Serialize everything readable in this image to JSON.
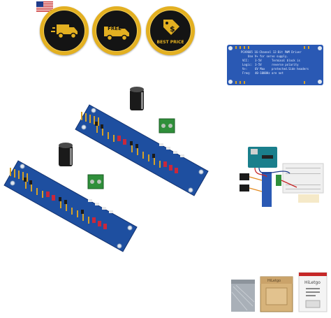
{
  "badges": {
    "free_shipping": {
      "label": "FREE"
    },
    "best_price": {
      "label": "BEST PRICE"
    }
  },
  "silkscreen": {
    "title": "PCA9685 16-Channel 12-Bit PWM Driver",
    "note": "Use V+ for servo supply.",
    "rows": [
      {
        "key": "VCC:",
        "value": "3-5V",
        "extra": "Terminal block is"
      },
      {
        "key": "Logic:",
        "value": "3-5V",
        "extra": "reverse polarity"
      },
      {
        "key": "V+:",
        "value": "6V Max",
        "extra": "protected.Side headers"
      },
      {
        "key": "Freq:",
        "value": "40-1000Hz",
        "extra": "are not"
      }
    ]
  },
  "packaging": {
    "brand": "HiLetgo"
  },
  "colors": {
    "pcb_blue": "#1e4fa0",
    "terminal_green": "#2f8f3a",
    "badge_gold": "#e3b021",
    "badge_dark": "#141414"
  },
  "icons": [
    "us-flag-icon",
    "delivery-truck-icon",
    "free-delivery-truck-icon",
    "best-price-tag-icon"
  ]
}
